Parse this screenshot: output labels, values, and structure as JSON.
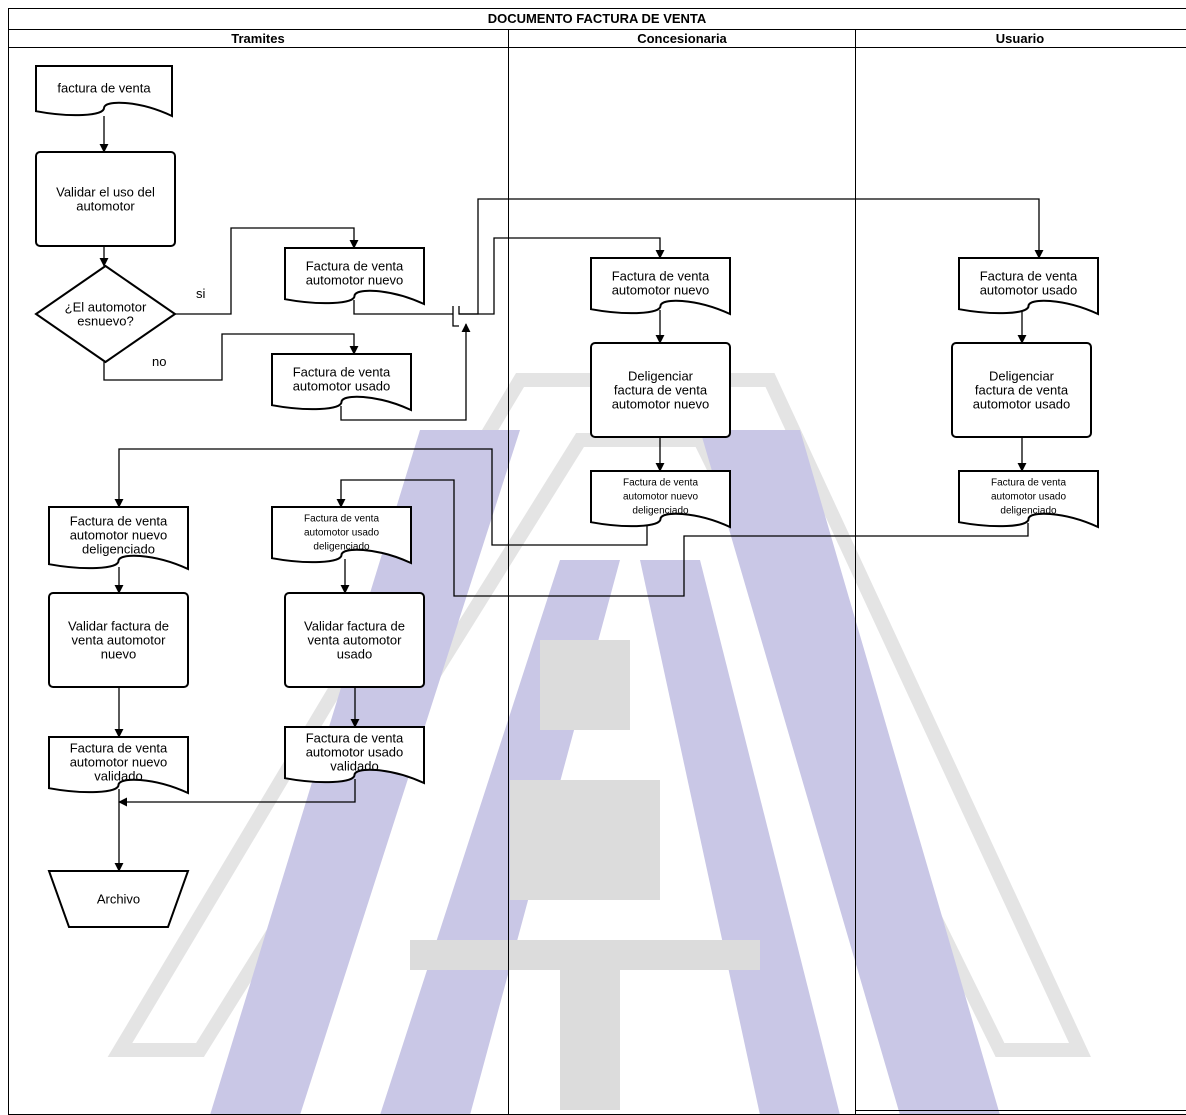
{
  "diagram": {
    "title": "DOCUMENTO FACTURA DE VENTA",
    "lanes": [
      {
        "id": "tramites",
        "label": "Tramites"
      },
      {
        "id": "concesionaria",
        "label": "Concesionaria"
      },
      {
        "id": "usuario",
        "label": "Usuario"
      }
    ],
    "nodes": {
      "factura_venta": {
        "lines": [
          "factura de venta"
        ]
      },
      "validar_uso": {
        "lines": [
          "Validar el uso del",
          "automotor"
        ]
      },
      "decision_nuevo": {
        "lines": [
          "¿El automotor",
          "esnuevo?"
        ]
      },
      "tram_doc_nuevo": {
        "lines": [
          "Factura de venta",
          "automotor nuevo"
        ]
      },
      "tram_doc_usado": {
        "lines": [
          "Factura de venta",
          "automotor usado"
        ]
      },
      "tram_nuevo_delig": {
        "lines": [
          "Factura de venta",
          "automotor nuevo",
          "deligenciado"
        ]
      },
      "tram_usado_delig": {
        "lines": [
          "Factura de venta",
          "automotor  usado",
          "deligenciado"
        ]
      },
      "validar_nuevo": {
        "lines": [
          "Validar factura de",
          "venta automotor",
          "nuevo"
        ]
      },
      "validar_usado": {
        "lines": [
          "Validar factura de",
          "venta automotor",
          "usado"
        ]
      },
      "nuevo_validado": {
        "lines": [
          "Factura de venta",
          "automotor nuevo",
          "validado"
        ]
      },
      "usado_validado": {
        "lines": [
          "Factura de venta",
          "automotor usado",
          "validado"
        ]
      },
      "archivo": {
        "lines": [
          "Archivo"
        ]
      },
      "conc_doc_nuevo": {
        "lines": [
          "Factura de venta",
          "automotor nuevo"
        ]
      },
      "conc_deligenciar": {
        "lines": [
          "Deligenciar",
          "factura de venta",
          "automotor nuevo"
        ]
      },
      "conc_nuevo_delig": {
        "lines": [
          "Factura de venta",
          "automotor nuevo",
          "deligenciado"
        ]
      },
      "usr_doc_usado": {
        "lines": [
          "Factura de venta",
          "automotor usado"
        ]
      },
      "usr_deligenciar": {
        "lines": [
          "Deligenciar",
          "factura de venta",
          "automotor usado"
        ]
      },
      "usr_usado_delig": {
        "lines": [
          "Factura de venta",
          "automotor  usado",
          "deligenciado"
        ]
      }
    },
    "edge_labels": {
      "yes": "si",
      "no": "no"
    }
  }
}
